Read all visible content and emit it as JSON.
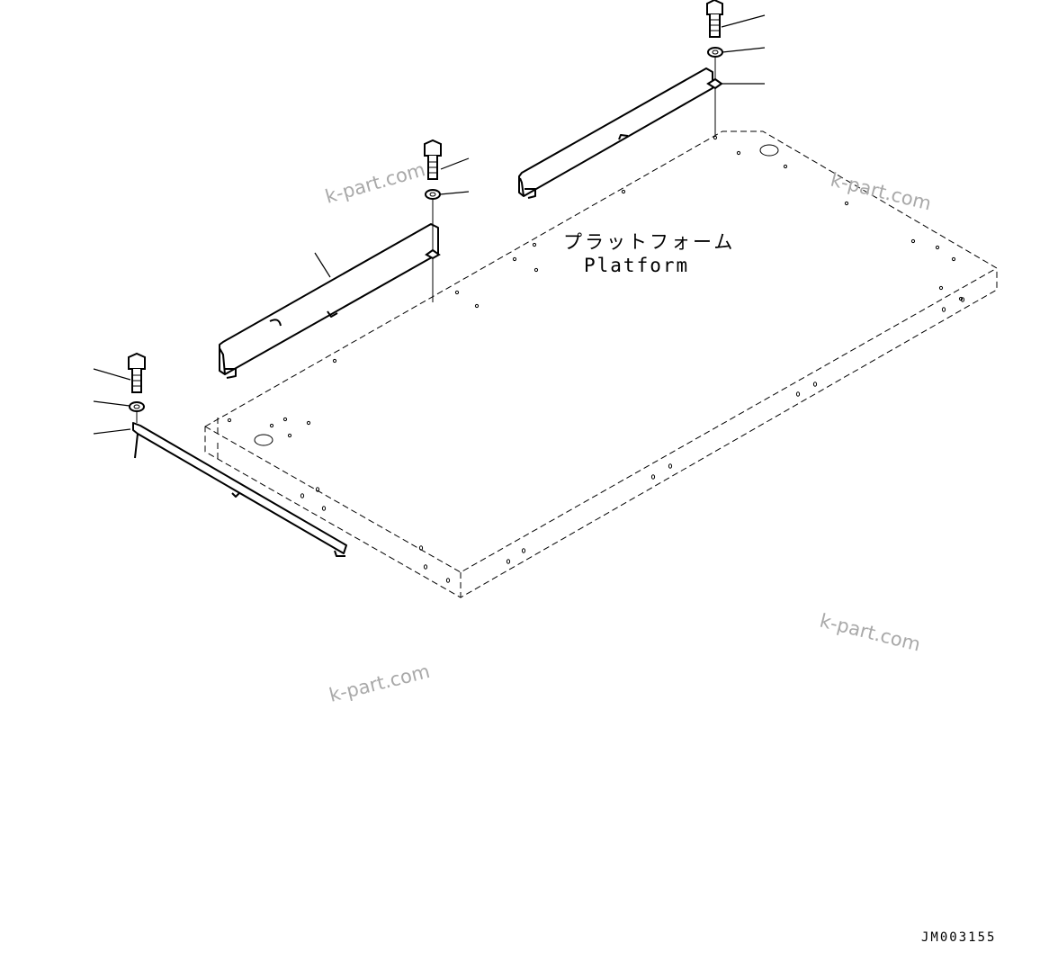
{
  "diagram": {
    "part_label_jp": "プラットフォーム",
    "part_label_en": "Platform",
    "figure_code": "JM003155"
  },
  "watermarks": [
    "k-part.com",
    "k-part.com",
    "k-part.com",
    "k-part.com"
  ]
}
